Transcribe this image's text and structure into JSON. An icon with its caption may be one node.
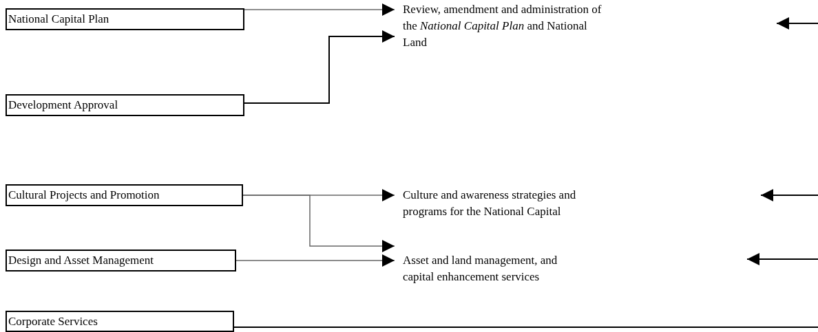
{
  "diagram": {
    "nodes": [
      {
        "text": [
          "National Capital Plan"
        ]
      },
      {
        "text": [
          "Development Approval"
        ]
      },
      {
        "text": [
          "Cultural Projects and Promotion"
        ]
      },
      {
        "text": [
          "Design and Asset Management"
        ]
      },
      {
        "text": [
          "Corporate Services"
        ]
      },
      {
        "text": [
          "Review, amendment and administration of the *National Capital Plan* and National Land"
        ]
      },
      {
        "text": [
          "Culture and awareness strategies and programs for the National Capital"
        ]
      },
      {
        "text": [
          "Asset and land management, and capital enhancement services"
        ]
      }
    ],
    "edges": [
      {
        "from": 0,
        "to": 5,
        "arrow": "to"
      },
      {
        "from": 1,
        "to": 5,
        "arrow": "to",
        "color": "#000000"
      },
      {
        "from": 2,
        "to": 6,
        "arrow": "to"
      },
      {
        "from": 2,
        "to": 7,
        "arrow": "to"
      },
      {
        "from": 3,
        "to": 7,
        "arrow": "to"
      },
      {
        "from": 4,
        "to": null,
        "arrow": "none",
        "color": "#000000"
      }
    ]
  }
}
